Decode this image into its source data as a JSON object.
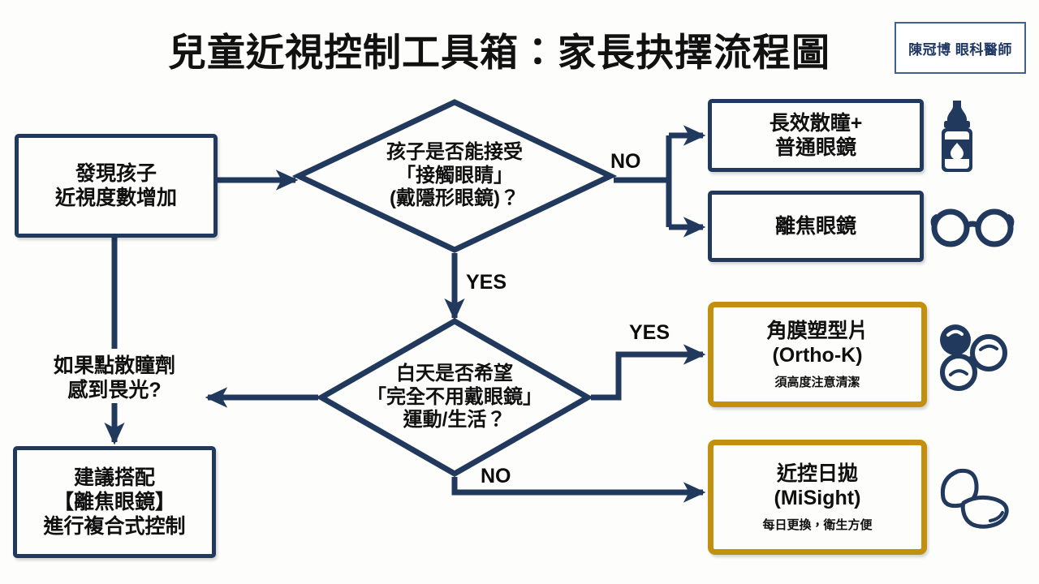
{
  "header": {
    "title": "兒童近視控制工具箱：家長抉擇流程圖",
    "doctor_badge": "陳冠博 眼科醫師"
  },
  "theme": {
    "navy": "#22395E",
    "gold": "#C2900F",
    "badge_border": "#41618F",
    "text": "#101010",
    "background": "#FDFDFC"
  },
  "nodes": {
    "start": {
      "line1": "發現孩子",
      "line2": "近視度數增加"
    },
    "decision1": {
      "line1": "孩子是否能接受",
      "line2": "「接觸眼睛」",
      "line3": "(戴隱形眼鏡)？"
    },
    "decision2": {
      "line1": "白天是否希望",
      "line2": "「完全不用戴眼鏡」",
      "line3": "運動/生活？"
    },
    "atropine_glasses": {
      "line1": "長效散瞳+",
      "line2": "普通眼鏡"
    },
    "defocus_glasses": {
      "line1": "離焦眼鏡"
    },
    "ortho_k": {
      "line1": "角膜塑型片",
      "line2": "(Ortho-K)",
      "note": "須高度注意清潔"
    },
    "misight": {
      "line1": "近控日拋",
      "line2": "(MiSight)",
      "note": "每日更換，衛生方便"
    },
    "photophobia_question": {
      "line1": "如果點散瞳劑",
      "line2": "感到畏光?"
    },
    "combo_advice": {
      "line1": "建議搭配",
      "line2": "【離焦眼鏡】",
      "line3": "進行複合式控制"
    }
  },
  "edge_labels": {
    "d1_no": "NO",
    "d1_yes": "YES",
    "d2_yes": "YES",
    "d2_no": "NO"
  },
  "icons": {
    "eye_drop": "eye-drop-bottle-icon",
    "eyeglasses": "eyeglasses-icon",
    "lens_case": "contact-lens-case-icon",
    "daily_lenses": "daily-contact-lenses-icon"
  }
}
